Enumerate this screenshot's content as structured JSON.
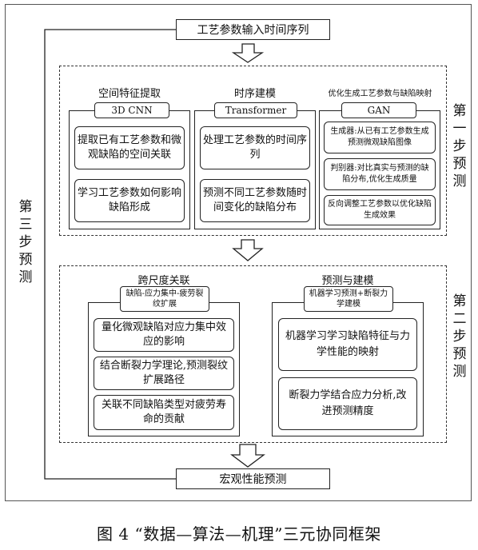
{
  "top_input": "工艺参数输入时间序列",
  "bottom_output": "宏观性能预测",
  "step_labels": {
    "step1": "第一步预测",
    "step2": "第二步预测",
    "step3": "第三步预测"
  },
  "stage1": {
    "col1": {
      "title": "空间特征提取",
      "model": "3D CNN",
      "boxes": [
        "提取已有工艺参数和微观缺陷的空间关联",
        "学习工艺参数如何影响缺陷形成"
      ]
    },
    "col2": {
      "title": "时序建模",
      "model": "Transformer",
      "boxes": [
        "处理工艺参数的时间序列",
        "预测不同工艺参数随时间变化的缺陷分布"
      ]
    },
    "col3": {
      "title": "优化生成工艺参数与缺陷映射",
      "model": "GAN",
      "boxes": [
        "生成器:从已有工艺参数生成预测微观缺陷图像",
        "判别器:对比真实与预测的缺陷分布,优化生成质量",
        "反向调整工艺参数以优化缺陷生成效果"
      ]
    }
  },
  "stage2": {
    "col1": {
      "title": "跨尺度关联",
      "model": "缺陷-应力集中-疲劳裂纹扩展",
      "boxes": [
        "量化微观缺陷对应力集中效应的影响",
        "结合断裂力学理论,预测裂纹扩展路径",
        "关联不同缺陷类型对疲劳寿命的贡献"
      ]
    },
    "col2": {
      "title": "预测与建模",
      "model": "机器学习预测+断裂力学建模",
      "boxes": [
        "机器学习学习缺陷特征与力学性能的映射",
        "断裂力学结合应力分析,改进预测精度"
      ]
    }
  },
  "caption": "图 4 “数据—算法—机理”三元协同框架"
}
